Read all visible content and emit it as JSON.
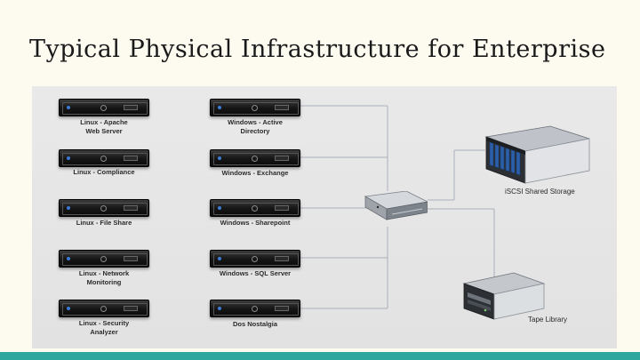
{
  "slide": {
    "title": "Typical Physical Infrastructure for Enterprise"
  },
  "servers": {
    "left": [
      {
        "label": "Linux - Apache\nWeb Server"
      },
      {
        "label": "Linux - Compliance"
      },
      {
        "label": "Linux - File Share"
      },
      {
        "label": "Linux - Network\nMonitoring"
      },
      {
        "label": "Linux - Security\nAnalyzer"
      }
    ],
    "right": [
      {
        "label": "Windows - Active\nDirectory"
      },
      {
        "label": "Windows - Exchange"
      },
      {
        "label": "Windows - Sharepoint"
      },
      {
        "label": "Windows - SQL Server"
      },
      {
        "label": "Dos Nostalgia"
      }
    ]
  },
  "devices": {
    "storage_label": "iSCSI Shared Storage",
    "tape_label": "Tape Library"
  },
  "colors": {
    "footer": "#2ea89e",
    "background": "#fdfaf0",
    "diagram_bg": "#e6e6e6",
    "server_led": "#3a7bd5",
    "storage_drive": "#2d5fa8"
  }
}
